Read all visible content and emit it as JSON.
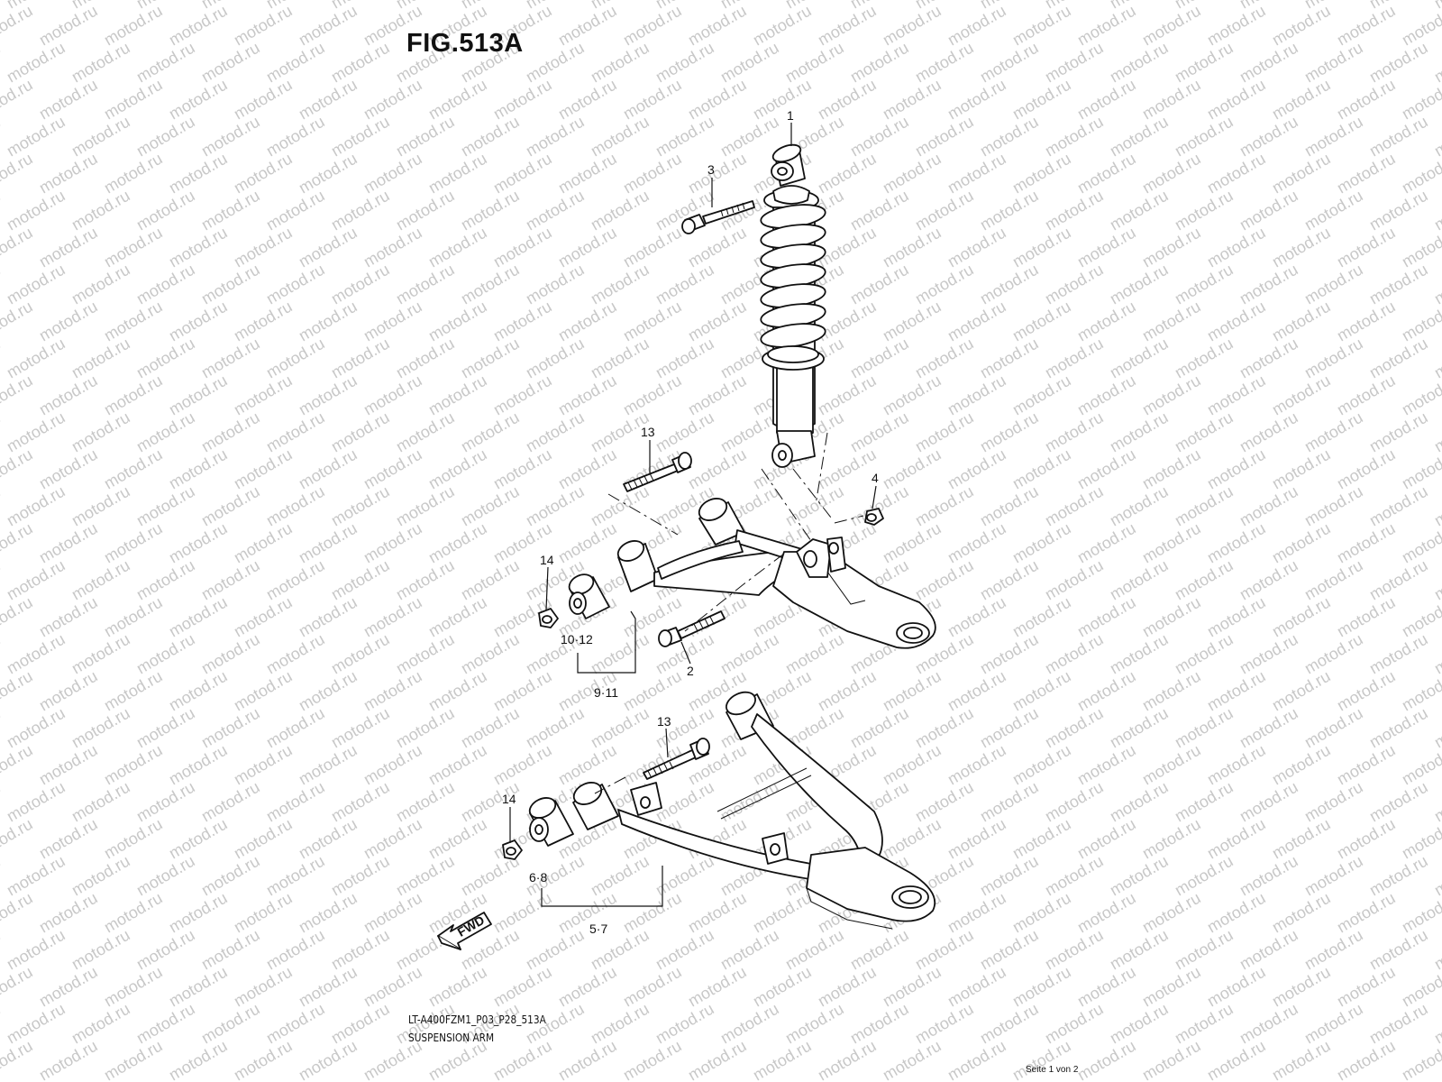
{
  "header": {
    "figure_title": "FIG.513A"
  },
  "footer": {
    "drawing_code": "LT-A400FZM1_P03_P28_513A",
    "section_name": "SUSPENSION ARM",
    "page_indicator": "Seite 1 von 2"
  },
  "watermark": {
    "text": "motod.ru"
  },
  "fwd_arrow": {
    "label": "FWD"
  },
  "callouts": {
    "c1": "1",
    "c3": "3",
    "c13_top": "13",
    "c4": "4",
    "c14_top": "14",
    "c10_12": "10·12",
    "c2": "2",
    "c9_11": "9·11",
    "c13_bottom": "13",
    "c14_bottom": "14",
    "c6_8": "6·8",
    "c5_7": "5·7"
  }
}
